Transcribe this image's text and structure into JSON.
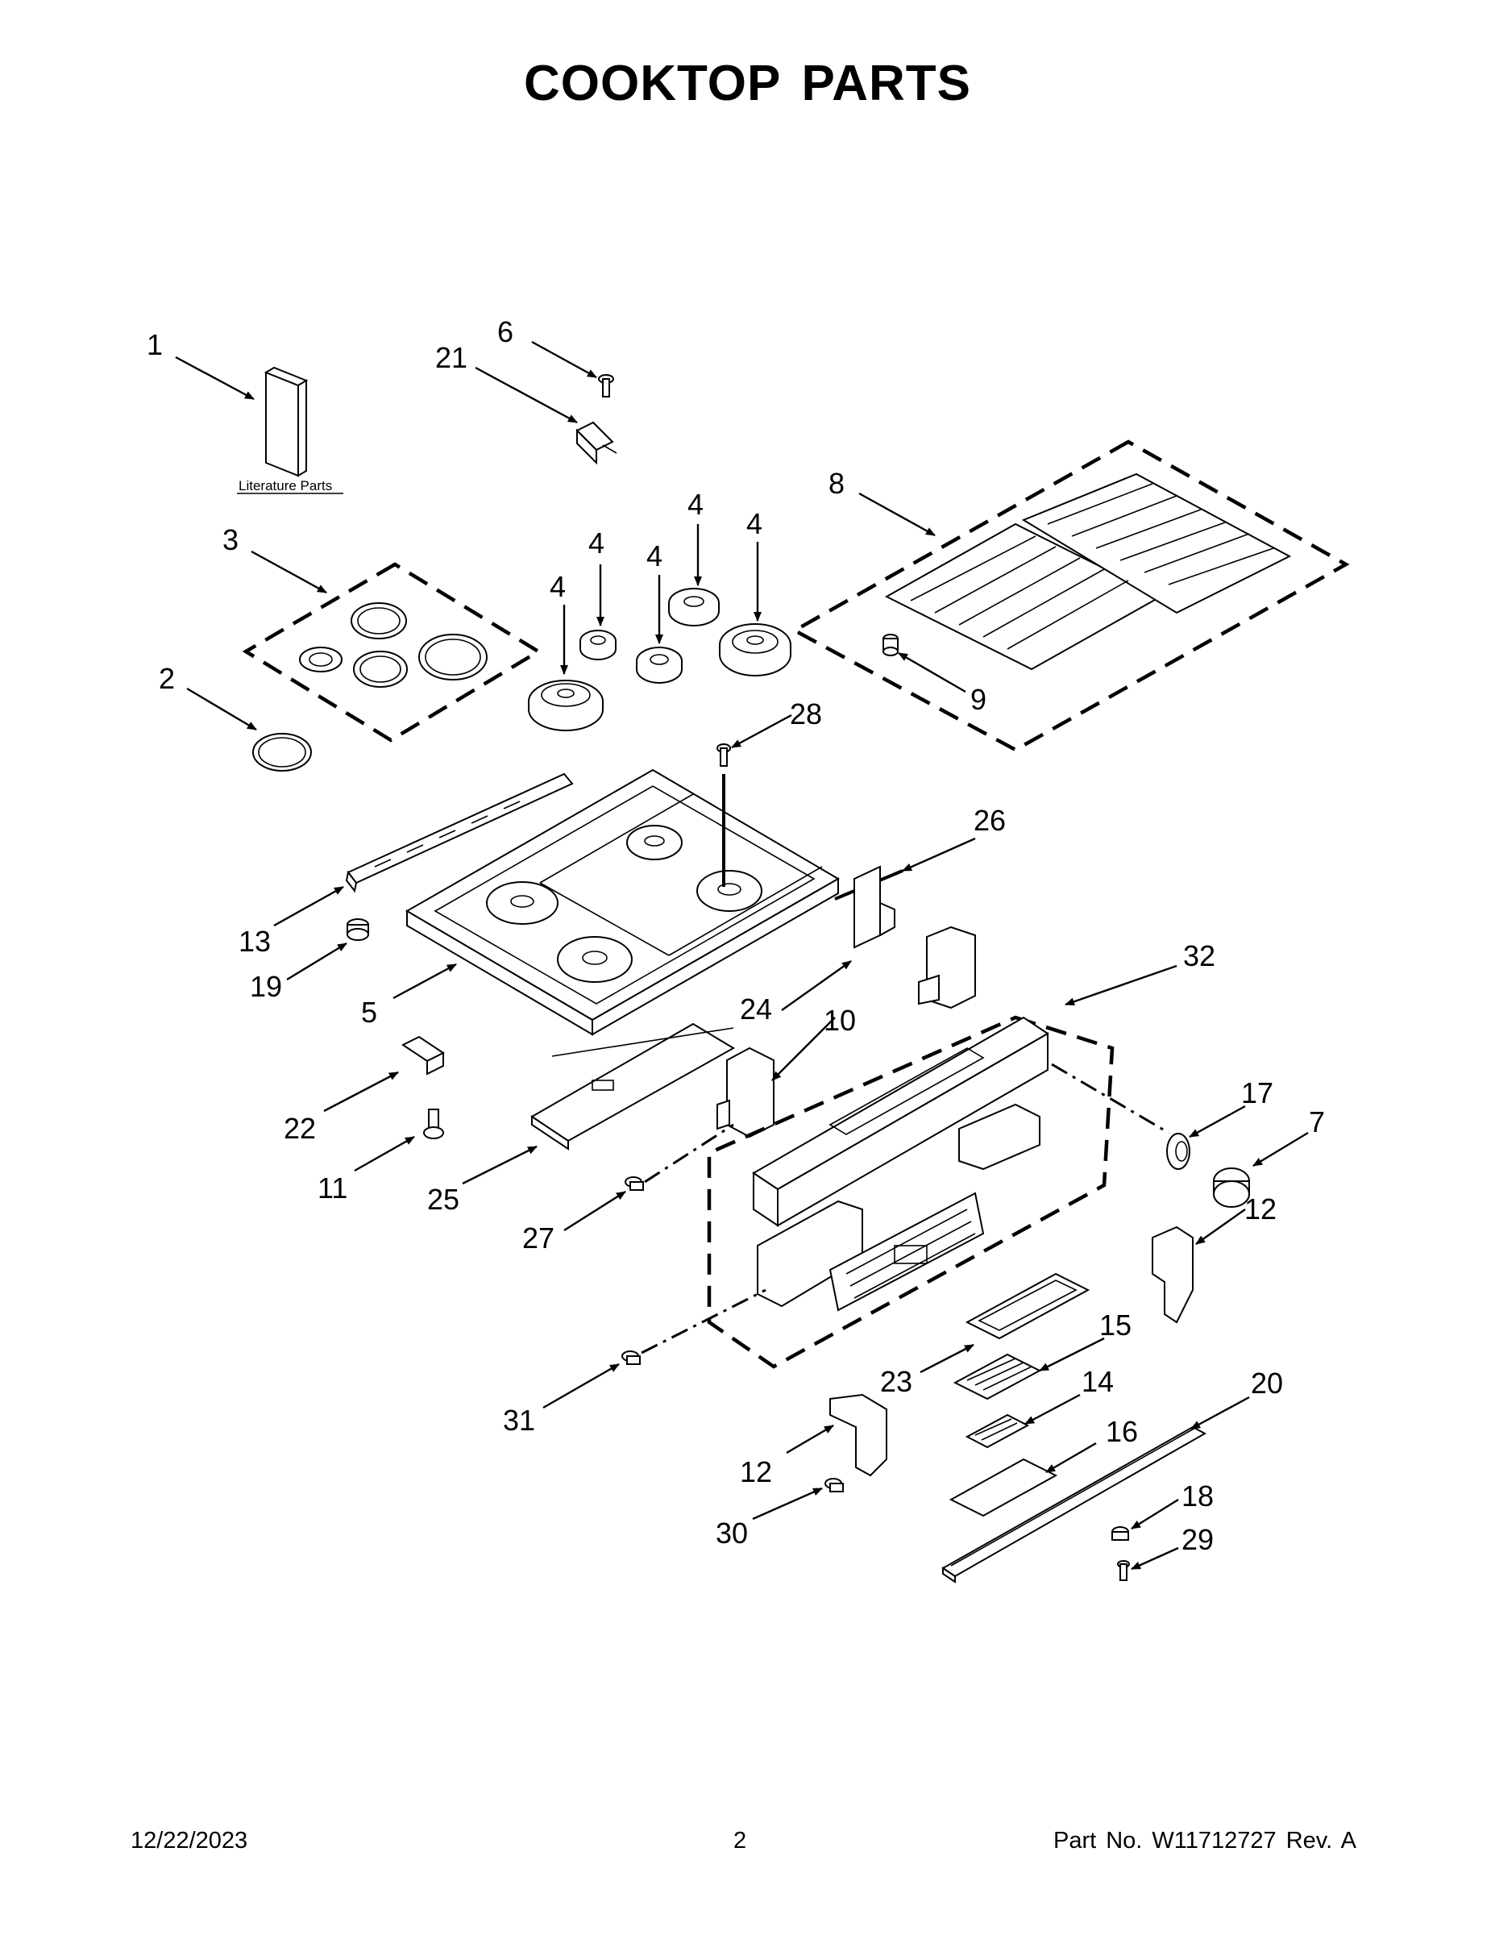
{
  "title": "COOKTOP PARTS",
  "literature_label": "Literature Parts",
  "callouts": {
    "c1": "1",
    "c2": "2",
    "c3": "3",
    "c4a": "4",
    "c4b": "4",
    "c4c": "4",
    "c4d": "4",
    "c4e": "4",
    "c5": "5",
    "c6": "6",
    "c7": "7",
    "c8": "8",
    "c9": "9",
    "c10": "10",
    "c11": "11",
    "c12a": "12",
    "c12b": "12",
    "c13": "13",
    "c14": "14",
    "c15": "15",
    "c16": "16",
    "c17": "17",
    "c18": "18",
    "c19": "19",
    "c20": "20",
    "c21": "21",
    "c22": "22",
    "c23": "23",
    "c24": "24",
    "c25": "25",
    "c26": "26",
    "c27": "27",
    "c28": "28",
    "c29": "29",
    "c30": "30",
    "c31": "31",
    "c32": "32"
  },
  "footer": {
    "date": "12/22/2023",
    "page": "2",
    "part": "Part No.  W11712727  Rev.  A"
  }
}
